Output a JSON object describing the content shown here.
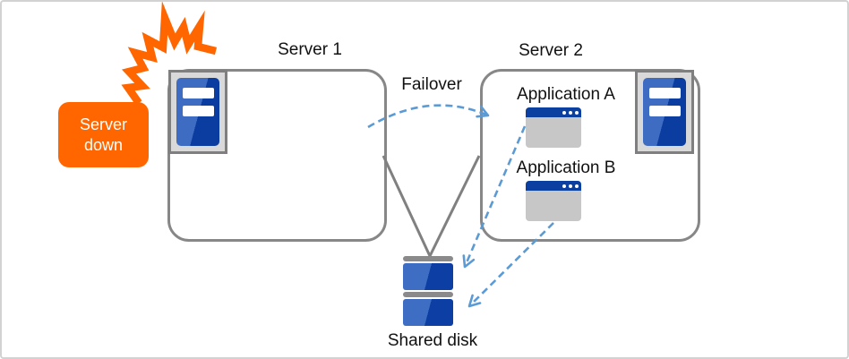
{
  "diagram": {
    "callout": {
      "label": "Server down"
    },
    "server1": {
      "label": "Server 1"
    },
    "server2": {
      "label": "Server 2"
    },
    "failover": {
      "label": "Failover"
    },
    "app_a": {
      "label": "Application A"
    },
    "app_b": {
      "label": "Application B"
    },
    "shared_disk": {
      "label": "Shared disk"
    },
    "icons": {
      "explosion": "explosion-burst-icon",
      "server": "server-tower-icon",
      "application": "application-window-icon",
      "shared_disk": "stacked-disk-icon",
      "failover_arrow": "dashed-curved-arrow-icon",
      "disk_access_arrows": "dashed-straight-arrow-icon"
    },
    "colors": {
      "alert_orange": "#FF6600",
      "server_blue_light": "#3D6CC2",
      "server_blue_dark": "#0B3DA0",
      "window_titlebar_blue": "#0B3FA0",
      "window_body_gray": "#C7C7C7",
      "icon_frame_gray": "#D9D9D9",
      "connector_gray": "#808080",
      "box_border_gray": "#878787",
      "dashed_arrow_blue": "#5B9BD5"
    }
  }
}
